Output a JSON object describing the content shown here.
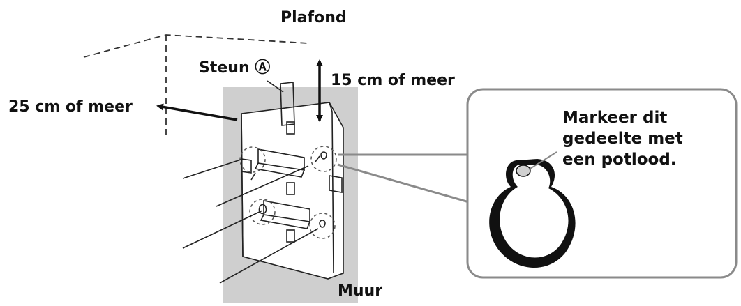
{
  "labels": {
    "ceiling": "Plafond",
    "bracket": "Steun Ⓐ",
    "top_clearance": "15 cm of meer",
    "side_clearance": "25 cm of meer",
    "wall": "Muur",
    "callout_line1": "Markeer dit",
    "callout_line2": "gedeelte met",
    "callout_line3": "een potlood."
  },
  "colors": {
    "wall": "#cfcfcf",
    "plate": "#ffffff",
    "outline": "#222222",
    "callout_border": "#8a8a8a"
  }
}
